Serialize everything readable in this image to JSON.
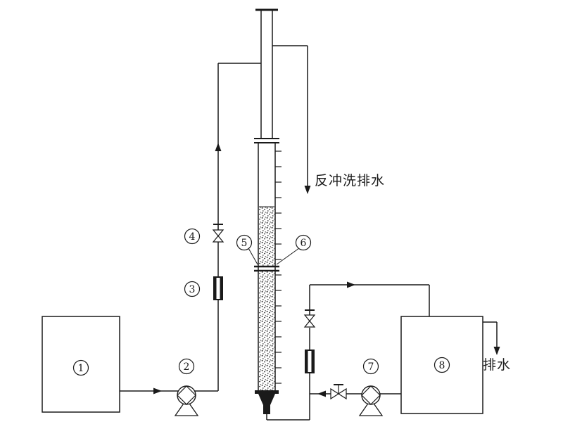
{
  "figure": {
    "kind": "experimental-apparatus-flow-diagram",
    "background_color": "#ffffff",
    "line_color": "#1a1a1a",
    "annotations": {
      "backwash_drain": "反冲洗排水",
      "drain": "排水"
    },
    "equipment_labels": {
      "item1": "1",
      "item2": "2",
      "item3": "3",
      "item4": "4",
      "item5": "5",
      "item6": "6",
      "item7": "7",
      "item8": "8"
    }
  }
}
